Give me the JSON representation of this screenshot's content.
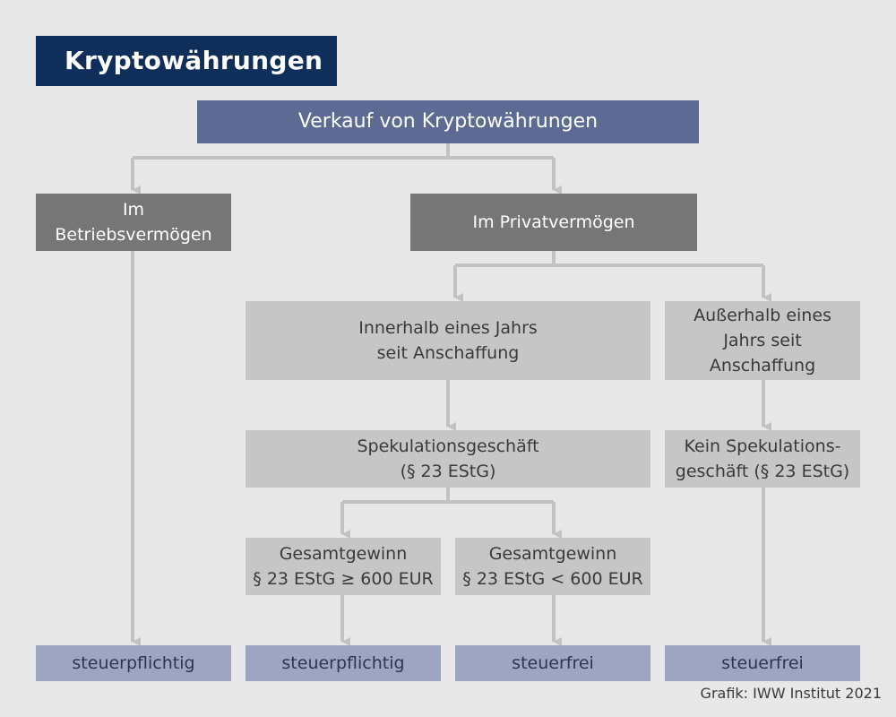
{
  "title": "Kryptowährungen",
  "root": "Verkauf von Kryptowährungen",
  "betrieb": [
    "Im",
    "Betriebsvermögen"
  ],
  "privat": "Im Privatvermögen",
  "innerhalb": [
    "Innerhalb eines Jahrs",
    "seit Anschaffung"
  ],
  "ausserhalb": [
    "Außerhalb eines",
    "Jahrs seit",
    "Anschaffung"
  ],
  "spekulation": [
    "Spekulationsgeschäft",
    "(§ 23 EStG)"
  ],
  "kein_spekulation": [
    "Kein Spekulations-",
    "geschäft (§ 23 EStG)"
  ],
  "gewinn_hoch": [
    "Gesamtgewinn",
    "§ 23 EStG ≥ 600 EUR"
  ],
  "gewinn_niedrig": [
    "Gesamtgewinn",
    "§ 23 EStG < 600 EUR"
  ],
  "results": [
    "steuerpflichtig",
    "steuerpflichtig",
    "steuerfrei",
    "steuerfrei"
  ],
  "credit": "Grafik: IWW Institut 2021",
  "colors": {
    "title_bg": "#0f2f5a",
    "root_bg": "#5d6b94",
    "dark_box": "#767676",
    "light_box": "#c6c6c6",
    "result_box": "#9da5c2",
    "connector": "#c2c2c2",
    "background": "#e8e8e8"
  }
}
